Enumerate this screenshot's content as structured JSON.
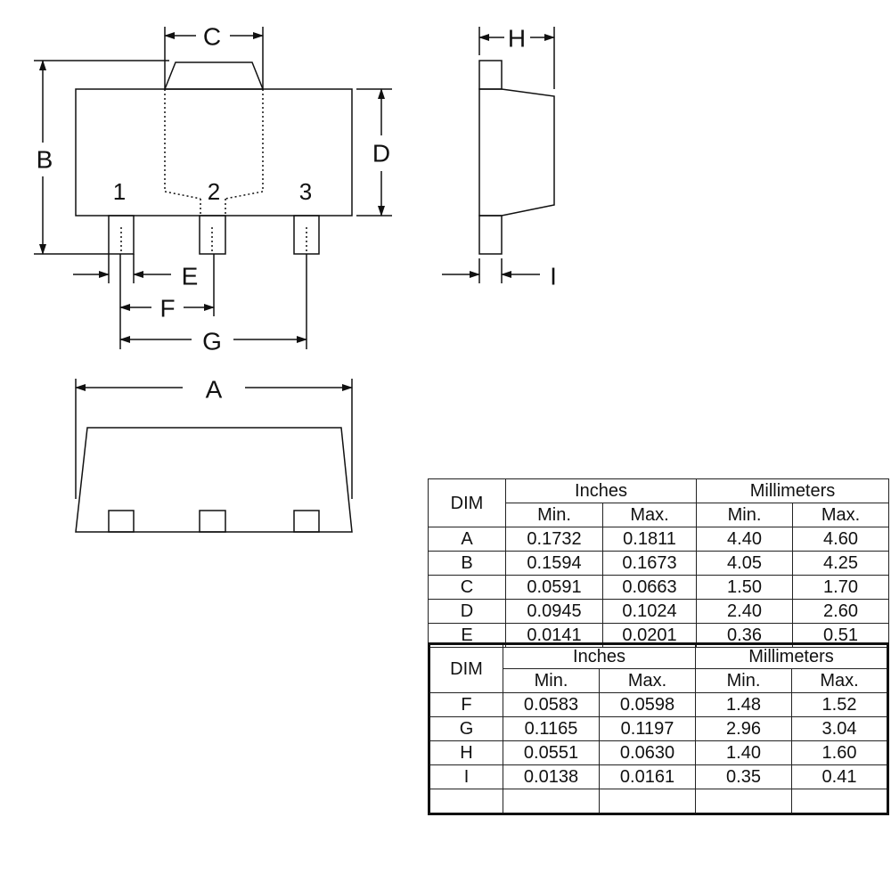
{
  "labels": {
    "A": "A",
    "B": "B",
    "C": "C",
    "D": "D",
    "E": "E",
    "F": "F",
    "G": "G",
    "H": "H",
    "I": "I"
  },
  "pins": [
    "1",
    "2",
    "3"
  ],
  "tables": [
    {
      "dim_header": "DIM",
      "group_headers": [
        "Inches",
        "Millimeters"
      ],
      "sub_headers": [
        "Min.",
        "Max.",
        "Min.",
        "Max."
      ],
      "rows": [
        [
          "A",
          "0.1732",
          "0.1811",
          "4.40",
          "4.60"
        ],
        [
          "B",
          "0.1594",
          "0.1673",
          "4.05",
          "4.25"
        ],
        [
          "C",
          "0.0591",
          "0.0663",
          "1.50",
          "1.70"
        ],
        [
          "D",
          "0.0945",
          "0.1024",
          "2.40",
          "2.60"
        ],
        [
          "E",
          "0.0141",
          "0.0201",
          "0.36",
          "0.51"
        ]
      ]
    },
    {
      "dim_header": "DIM",
      "group_headers": [
        "Inches",
        "Millimeters"
      ],
      "sub_headers": [
        "Min.",
        "Max.",
        "Min.",
        "Max."
      ],
      "rows": [
        [
          "F",
          "0.0583",
          "0.0598",
          "1.48",
          "1.52"
        ],
        [
          "G",
          "0.1165",
          "0.1197",
          "2.96",
          "3.04"
        ],
        [
          "H",
          "0.0551",
          "0.0630",
          "1.40",
          "1.60"
        ],
        [
          "I",
          "0.0138",
          "0.0161",
          "0.35",
          "0.41"
        ],
        [
          "",
          "",
          "",
          "",
          ""
        ]
      ]
    }
  ]
}
